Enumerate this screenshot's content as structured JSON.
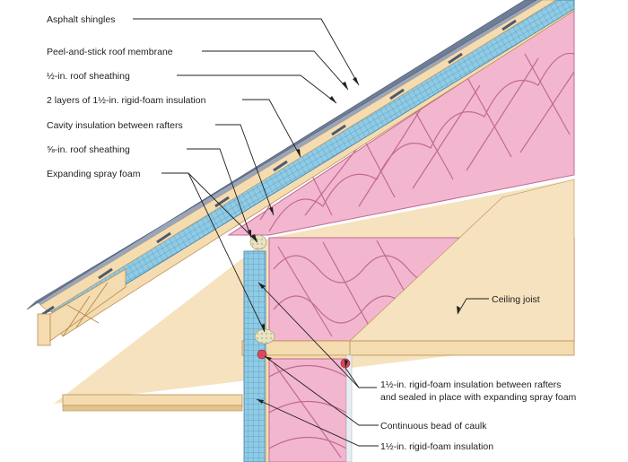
{
  "labels": {
    "asphalt_shingles": "Asphalt shingles",
    "membrane": "Peel-and-stick roof membrane",
    "half_sheathing": "½-in. roof sheathing",
    "rigid_foam_layers": "2 layers of 1½-in. rigid-foam insulation",
    "cavity_insulation": "Cavity insulation between rafters",
    "five_eighths_sheathing": "⅝-in. roof sheathing",
    "spray_foam": "Expanding spray foam",
    "ceiling_joist": "Ceiling joist",
    "rigid_between_rafters_line1": "1½-in. rigid-foam insulation between rafters",
    "rigid_between_rafters_line2": "and sealed in place with expanding spray foam",
    "caulk": "Continuous bead of caulk",
    "wall_rigid_foam": "1½-in. rigid-foam insulation"
  },
  "colors": {
    "insulation_pink": "#f3b6cf",
    "insulation_pink_line": "#c06a93",
    "rigid_foam_blue": "#8fcbe4",
    "rigid_foam_grid": "#3f7fa8",
    "wood": "#f4dcb0",
    "wood_edge": "#b88c52",
    "shingle": "#6f7d96",
    "caulk": "#d94a5a",
    "spray_foam": "#e4e0c0",
    "background": "#ffffff"
  }
}
